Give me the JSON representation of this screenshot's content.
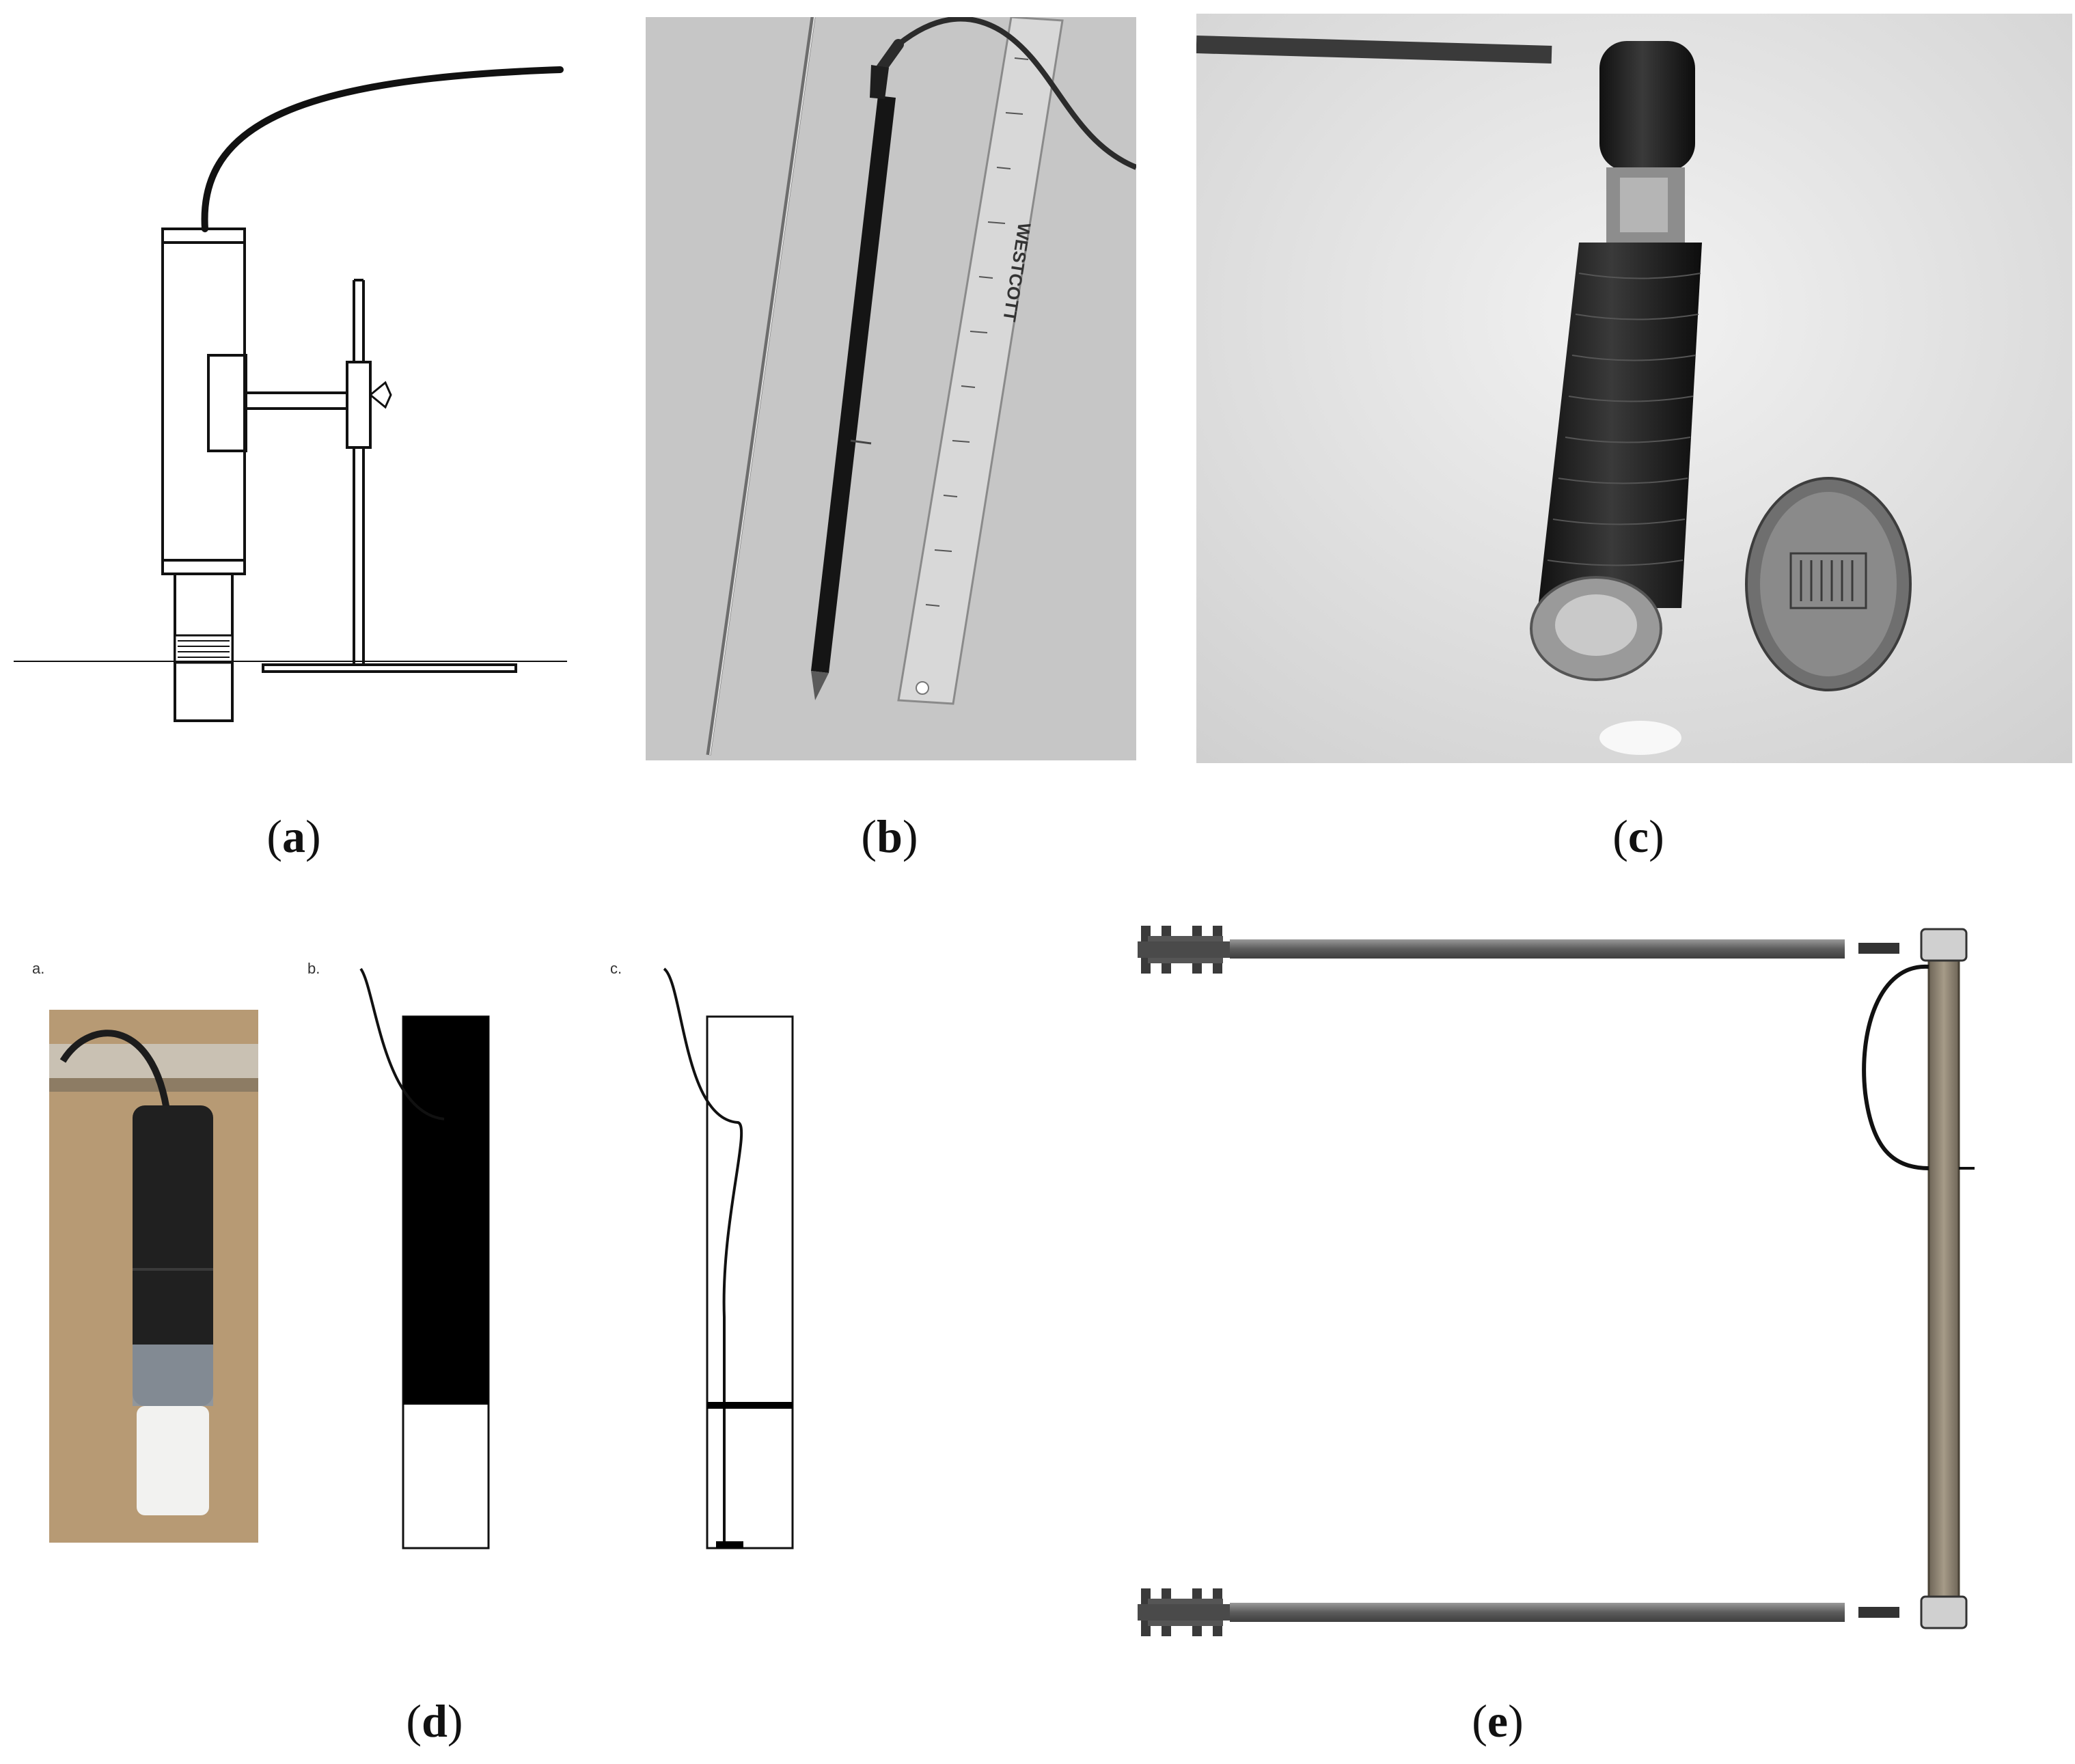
{
  "figure": {
    "panels": [
      {
        "id": "a",
        "caption": "a"
      },
      {
        "id": "b",
        "caption": "b"
      },
      {
        "id": "c",
        "caption": "c"
      },
      {
        "id": "d",
        "caption": "d"
      },
      {
        "id": "e",
        "caption": "e"
      }
    ],
    "panel_d_sublabels": [
      "a.",
      "b.",
      "c."
    ],
    "ruler_text": "WESTCOTT",
    "colors": {
      "line": "#111111",
      "photo_bg_b": "#c4c4c4",
      "photo_bg_c": "#e2e2e2",
      "photo_bg_d": "#b79a74",
      "frame_e": "#8f8474"
    }
  }
}
